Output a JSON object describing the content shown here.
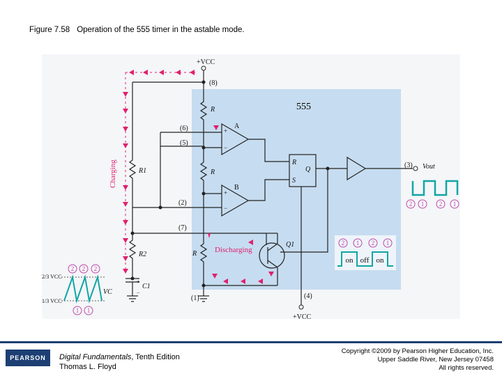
{
  "caption": {
    "figure": "Figure 7.58",
    "text": "Operation of the 555 timer in the astable mode."
  },
  "diagram": {
    "chip_label": "555",
    "vcc_top": "+VCC",
    "vcc_bottom": "+VCC",
    "pins": {
      "p8": "(8)",
      "p6": "(6)",
      "p5": "(5)",
      "p2": "(2)",
      "p7": "(7)",
      "p1": "(1)",
      "p4": "(4)",
      "p3": "(3)"
    },
    "resistor_label": "R",
    "r1": "R1",
    "r2": "R2",
    "c1": "C1",
    "comp_a": "A",
    "comp_b": "B",
    "ff_r": "R",
    "ff_s": "S",
    "ff_q": "Q",
    "transistor": "Q1",
    "charging": "Charging",
    "discharging": "Discharging",
    "vout": "Vout",
    "vc": "VC",
    "upper_level": "2/3 VCC",
    "lower_level": "1/3 VCC",
    "wave_labels_out": [
      "2",
      "1",
      "2",
      "1"
    ],
    "wave_labels_cap_top": [
      "2",
      "2",
      "2"
    ],
    "wave_labels_cap_bottom": [
      "1",
      "1"
    ],
    "box_labels": [
      "2",
      "1",
      "2",
      "1"
    ],
    "on": "on",
    "off": "off",
    "on2": "on",
    "plus": "+",
    "minus": "−"
  },
  "footer": {
    "logo": "PEARSON",
    "book_title": "Digital Fundamentals",
    "book_edition": ", Tenth Edition",
    "author": "Thomas L. Floyd",
    "copyright1": "Copyright ©2009 by Pearson Higher Education, Inc.",
    "copyright2": "Upper Saddle River, New Jersey 07458",
    "copyright3": "All rights reserved."
  },
  "colors": {
    "chip": "#c6dcf0",
    "arrow": "#e0206e",
    "wave": "#12a5a5",
    "circle": "#c04aa8",
    "logo": "#1d3f73"
  }
}
